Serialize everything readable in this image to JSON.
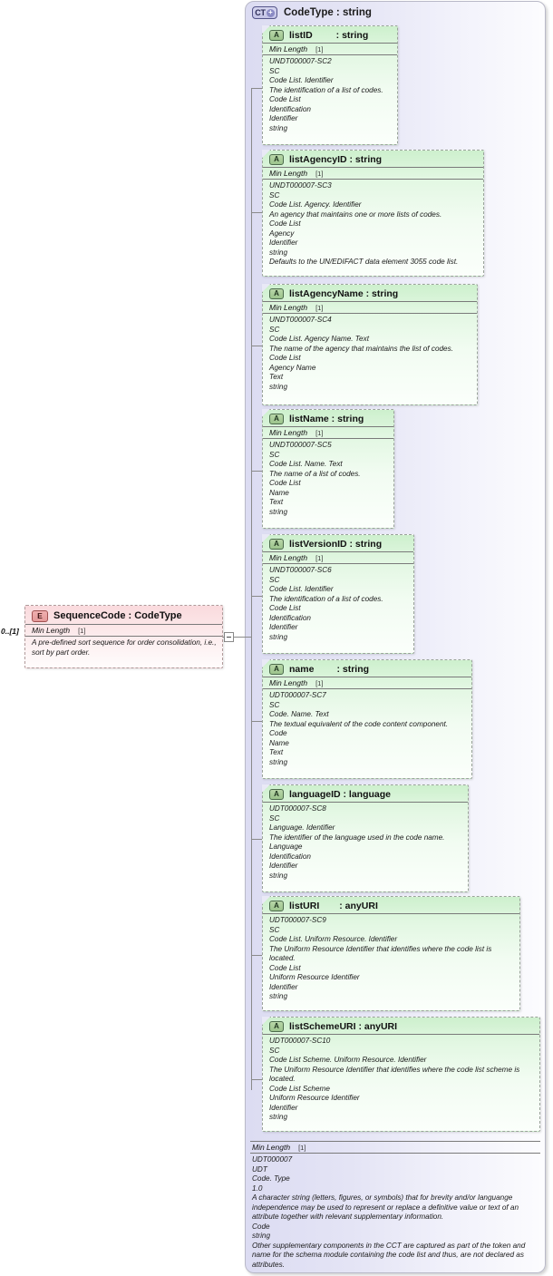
{
  "diagram": {
    "kind": "xsd-schema-diagram",
    "complex_type": {
      "badge": "CT",
      "badge_icon": "plus-circle-icon",
      "title": "CodeType : string",
      "facet": {
        "label": "Min Length",
        "cardinality": "[1]"
      },
      "documentation": [
        "UDT000007",
        "UDT",
        "Code. Type",
        "1.0",
        "A character string (letters, figures, or symbols) that for brevity and/or languange independence may be used to represent or replace a definitive value or text of an attribute together with relevant supplementary information.",
        "Code",
        "string",
        "Other supplementary components in the CCT are captured as part of the token and name for the schema module containing the code list and thus, are not declared as attributes."
      ]
    },
    "element": {
      "badge": "E",
      "title": "SequenceCode : CodeType",
      "cardinality": "0..[1]",
      "facet": {
        "label": "Min Length",
        "cardinality": "[1]"
      },
      "documentation": [
        "A pre-defined sort sequence for order consolidation, i.e., sort by part order."
      ]
    },
    "attributes": [
      {
        "badge": "A",
        "name": "listID",
        "type": ": string",
        "facet": {
          "label": "Min Length",
          "cardinality": "[1]"
        },
        "documentation": [
          "UNDT000007-SC2",
          "SC",
          "Code List. Identifier",
          "The identification of a list of codes.",
          "Code List",
          "Identification",
          "Identifier",
          "string"
        ]
      },
      {
        "badge": "A",
        "name": "listAgencyID : string",
        "type": "",
        "facet": {
          "label": "Min Length",
          "cardinality": "[1]"
        },
        "documentation": [
          "UNDT000007-SC3",
          "SC",
          "Code List. Agency. Identifier",
          "An agency that maintains one or more lists of codes.",
          "Code List",
          "Agency",
          "Identifier",
          "string",
          "Defaults to the UN/EDIFACT data element 3055 code list."
        ]
      },
      {
        "badge": "A",
        "name": "listAgencyName : string",
        "type": "",
        "facet": {
          "label": "Min Length",
          "cardinality": "[1]"
        },
        "documentation": [
          "UNDT000007-SC4",
          "SC",
          "Code List. Agency Name. Text",
          "The name of the agency that maintains the list of codes.",
          "Code List",
          "Agency Name",
          "Text",
          "string"
        ]
      },
      {
        "badge": "A",
        "name": "listName : string",
        "type": "",
        "facet": {
          "label": "Min Length",
          "cardinality": "[1]"
        },
        "documentation": [
          "UNDT000007-SC5",
          "SC",
          "Code List. Name. Text",
          "The name of a list of codes.",
          "Code List",
          "Name",
          "Text",
          "string"
        ]
      },
      {
        "badge": "A",
        "name": "listVersionID : string",
        "type": "",
        "facet": {
          "label": "Min Length",
          "cardinality": "[1]"
        },
        "documentation": [
          "UNDT000007-SC6",
          "SC",
          "Code List. Identifier",
          "The identification of a list of codes.",
          "Code List",
          "Identification",
          "Identifier",
          "string"
        ]
      },
      {
        "badge": "A",
        "name": "name",
        "type": ": string",
        "facet": {
          "label": "Min Length",
          "cardinality": "[1]"
        },
        "documentation": [
          "UDT000007-SC7",
          "SC",
          "Code. Name. Text",
          "The textual equivalent of the code content component.",
          "Code",
          "Name",
          "Text",
          "string"
        ]
      },
      {
        "badge": "A",
        "name": "languageID : language",
        "type": "",
        "facet": null,
        "documentation": [
          "UDT000007-SC8",
          "SC",
          "Language. Identifier",
          "The identifier of the language used in the code name.",
          "Language",
          "Identification",
          "Identifier",
          "string"
        ]
      },
      {
        "badge": "A",
        "name": "listURI",
        "type": ": anyURI",
        "facet": null,
        "documentation": [
          "UDT000007-SC9",
          "SC",
          "Code List. Uniform Resource. Identifier",
          "The Uniform Resource Identifier that identifies where the code list is located.",
          "Code List",
          "Uniform Resource Identifier",
          "Identifier",
          "string"
        ]
      },
      {
        "badge": "A",
        "name": "listSchemeURI : anyURI",
        "type": "",
        "facet": null,
        "documentation": [
          "UDT000007-SC10",
          "SC",
          "Code List Scheme. Uniform Resource. Identifier",
          "The Uniform Resource Identifier that identifies where the code list scheme is located.",
          "Code List Scheme",
          "Uniform Resource Identifier",
          "Identifier",
          "string"
        ]
      }
    ],
    "colors": {
      "container_bg": "#dcdcf2",
      "attribute_bg": "#cdf0cd",
      "element_bg": "#fadadd",
      "connector": "#8a8a8a"
    }
  }
}
